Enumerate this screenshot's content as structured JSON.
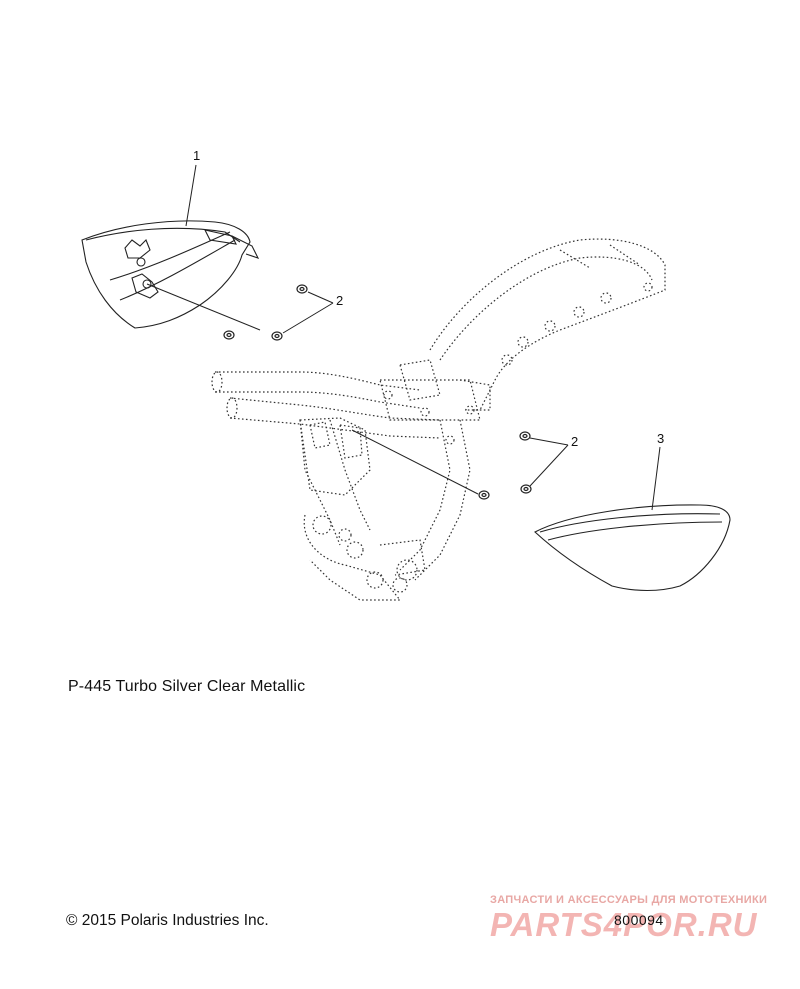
{
  "callouts": {
    "c1": "1",
    "c2a": "2",
    "c2b": "2",
    "c3": "3"
  },
  "caption": {
    "paint_code": "P-445  Turbo Silver Clear Metallic"
  },
  "footer": {
    "copyright": "© 2015 Polaris Industries Inc.",
    "drawing_number": "800094"
  },
  "watermark": {
    "tagline": "ЗАПЧАСТИ И АКСЕССУАРЫ ДЛЯ МОТОТЕХНИКИ",
    "logo": "PARTS4POR.RU"
  },
  "colors": {
    "line": "#222222",
    "dotted_frame": "#333333",
    "watermark": "#f1a9a6"
  }
}
